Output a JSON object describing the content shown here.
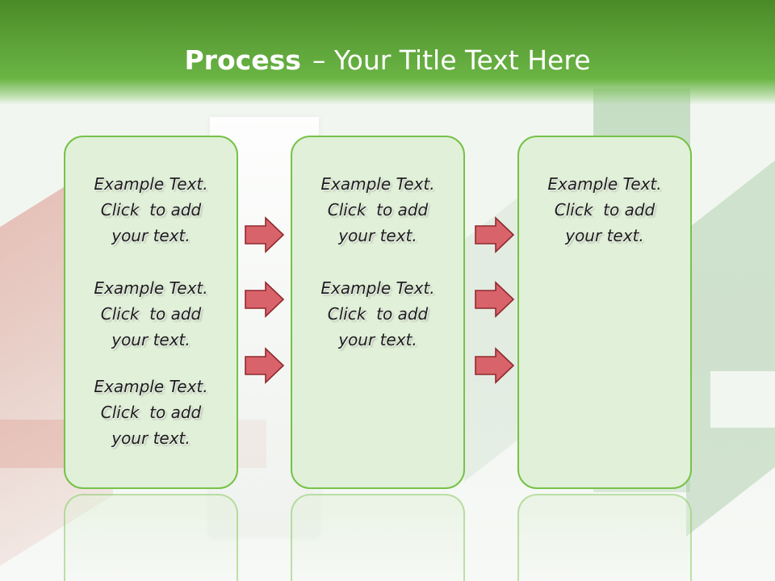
{
  "title": {
    "bold": "Process",
    "rest": "– Your Title Text Here"
  },
  "panels": [
    {
      "blocks": [
        {
          "line1": "Example Text.",
          "line2": "Click  to add",
          "line3": "your text."
        },
        {
          "line1": "Example Text.",
          "line2": "Click  to add",
          "line3": "your text."
        },
        {
          "line1": "Example Text.",
          "line2": "Click  to add",
          "line3": "your text."
        }
      ]
    },
    {
      "blocks": [
        {
          "line1": "Example Text.",
          "line2": "Click  to add",
          "line3": "your text."
        },
        {
          "line1": "Example Text.",
          "line2": "Click  to add",
          "line3": "your text."
        }
      ]
    },
    {
      "blocks": [
        {
          "line1": "Example Text.",
          "line2": "Click  to add",
          "line3": "your text."
        }
      ]
    }
  ],
  "colors": {
    "title_bar": "#5ea43a",
    "panel_fill": "#e1f0d8",
    "panel_border": "#76c249",
    "arrow_fill": "#d9636a",
    "arrow_stroke": "#8f2a2e"
  },
  "icons": {
    "arrow": "right-arrow-icon"
  }
}
